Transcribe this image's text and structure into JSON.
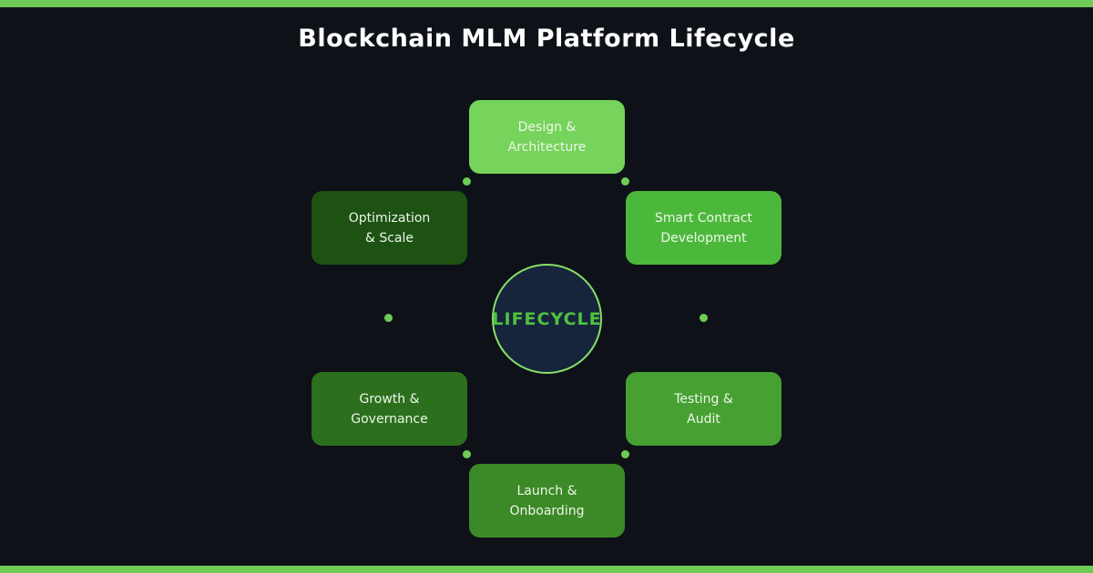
{
  "page": {
    "title": "Blockchain MLM Platform Lifecycle"
  },
  "theme": {
    "background": "#0e1218",
    "accent_bar_color": "#6ecc56",
    "dot_color": "#6ecc56",
    "title_color": "#ffffff",
    "node_text_color": "#eef6e9",
    "center_fill": "#16253c",
    "center_border": "#87de68",
    "center_text_color": "#4fc13f"
  },
  "center": {
    "label": "LIFECYCLE"
  },
  "nodes": [
    {
      "name": "design-architecture",
      "line1": "Design &",
      "line2": "Architecture",
      "fill": "#76d35b"
    },
    {
      "name": "smart-contract-development",
      "line1": "Smart Contract",
      "line2": "Development",
      "fill": "#4cb83b"
    },
    {
      "name": "testing-audit",
      "line1": "Testing &",
      "line2": "Audit",
      "fill": "#46a032"
    },
    {
      "name": "launch-onboarding",
      "line1": "Launch &",
      "line2": "Onboarding",
      "fill": "#3b8927"
    },
    {
      "name": "growth-governance",
      "line1": "Growth &",
      "line2": "Governance",
      "fill": "#2c701e"
    },
    {
      "name": "optimization-scale",
      "line1": "Optimization",
      "line2": "& Scale",
      "fill": "#1d5213"
    }
  ]
}
